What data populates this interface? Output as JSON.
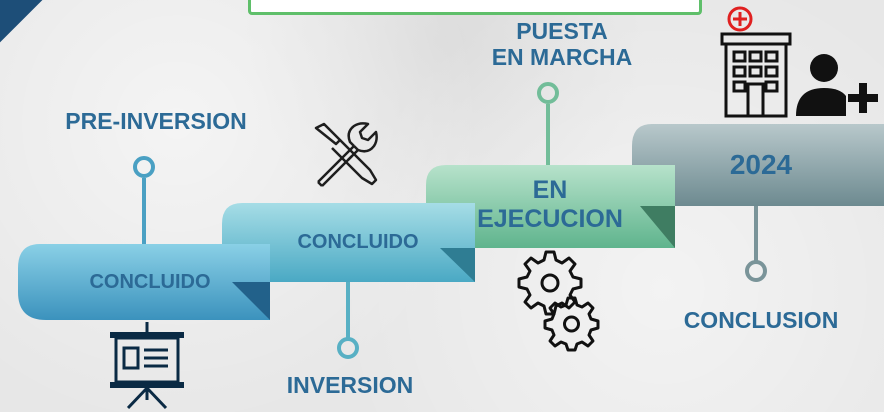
{
  "stages": [
    {
      "label": "PRE-INVERSION",
      "status": "CONCLUIDO"
    },
    {
      "label": "INVERSION",
      "status": "CONCLUIDO"
    },
    {
      "label": "PUESTA\nEN MARCHA",
      "status": "EN\nEJECUCION"
    },
    {
      "label": "CONCLUSION",
      "status": "2024"
    }
  ],
  "icons": [
    "presentation-board-icon",
    "tools-icon",
    "gears-icon",
    "hospital-icon",
    "add-user-icon"
  ],
  "colors": {
    "accent": "#2c6a96",
    "stage1": "#4fa6c9",
    "stage2": "#62b9cf",
    "stage3": "#7fc7a9",
    "stage4": "#7a9aa0",
    "cross": "#e02020"
  }
}
